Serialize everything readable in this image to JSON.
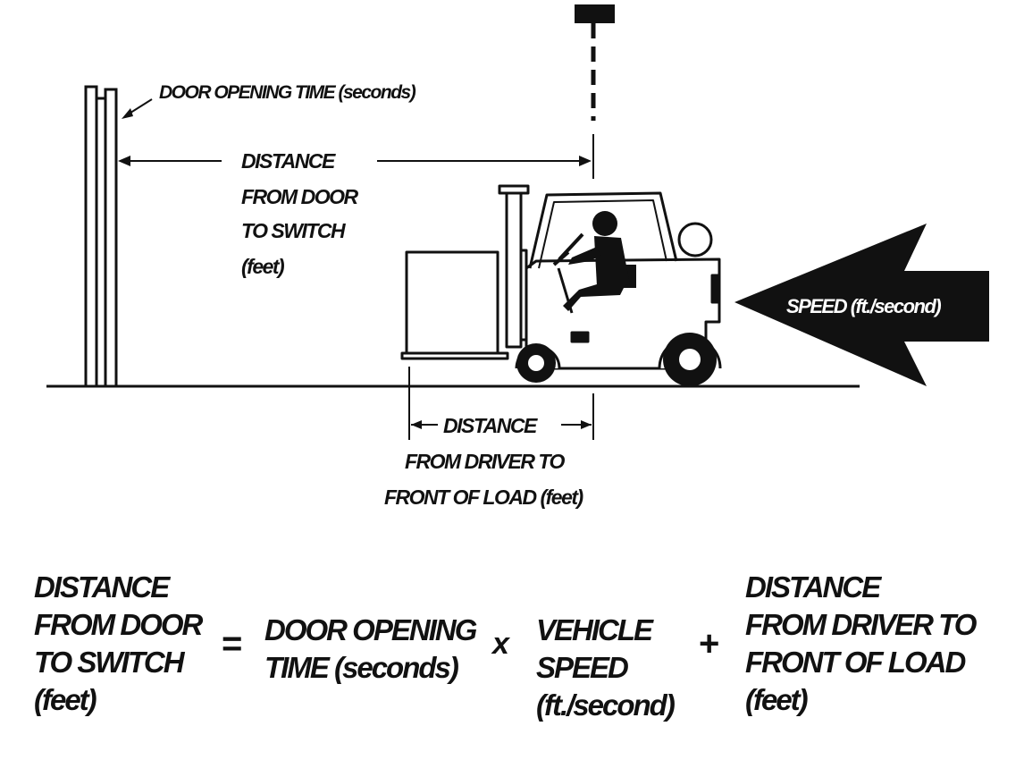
{
  "diagram": {
    "door_label": "DOOR OPENING TIME (seconds)",
    "distance_door_switch": [
      "DISTANCE",
      "FROM DOOR",
      "TO SWITCH",
      "(feet)"
    ],
    "speed_label": "SPEED (ft./second)",
    "distance_driver_load": [
      "DISTANCE",
      "FROM DRIVER TO",
      "FRONT OF LOAD (feet)"
    ]
  },
  "formula": {
    "lhs": [
      "DISTANCE",
      "FROM DOOR",
      "TO SWITCH",
      "(feet)"
    ],
    "equals": "=",
    "term1": [
      "DOOR OPENING",
      "TIME (seconds)"
    ],
    "times": "x",
    "term2": [
      "VEHICLE",
      "SPEED",
      "(ft./second)"
    ],
    "plus": "+",
    "term3": [
      "DISTANCE",
      "FROM DRIVER TO",
      "FRONT OF LOAD",
      "(feet)"
    ]
  }
}
